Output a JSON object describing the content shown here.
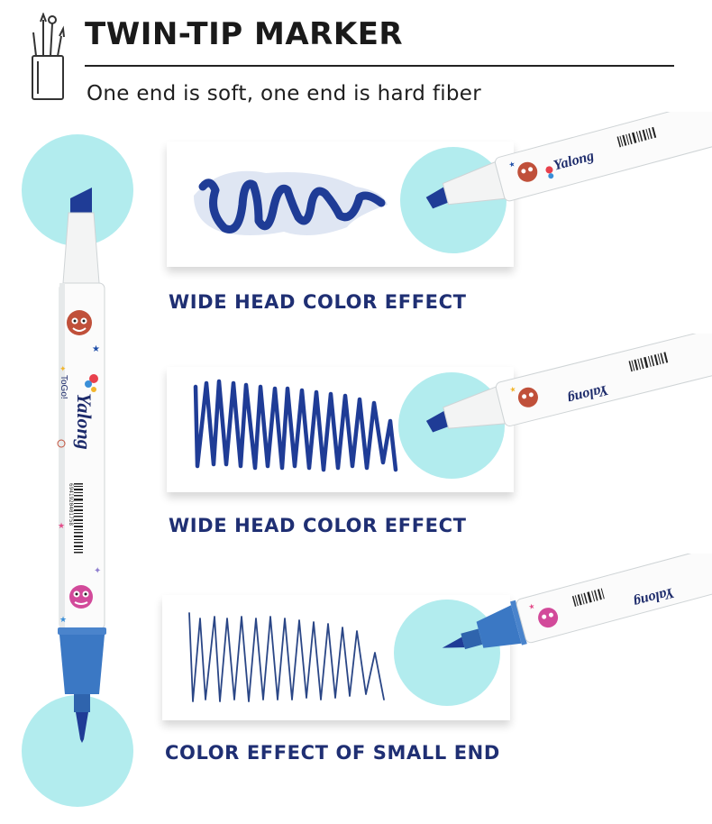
{
  "header": {
    "title": "TWIN-TIP MARKER",
    "subtitle": "One end is soft, one end is hard fiber",
    "icon": "pen-holder-icon"
  },
  "marker": {
    "brand": "Yalong",
    "sub_brand": "ToGo!",
    "barcode_number": "6941920401758",
    "tips": [
      "chisel",
      "brush"
    ]
  },
  "samples": [
    {
      "caption": "WIDE HEAD COLOR EFFECT",
      "tip": "chisel",
      "stroke": "wide wave"
    },
    {
      "caption": "WIDE HEAD COLOR EFFECT",
      "tip": "chisel",
      "stroke": "zigzag"
    },
    {
      "caption": "COLOR EFFECT OF SMALL END",
      "tip": "brush",
      "stroke": "fine zigzag"
    }
  ],
  "colors": {
    "ink": "#1f3c96",
    "accent_circle": "#b2ecee",
    "caption": "#1f2f73",
    "tip_cap": "#3b78c4"
  }
}
